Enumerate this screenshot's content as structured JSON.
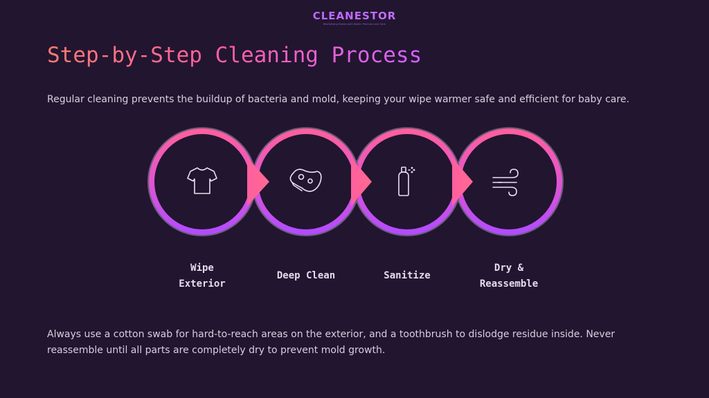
{
  "brand": {
    "name": "CLEANESTOR",
    "tagline": "Revitalizing Homes with Nordic Precision and Care"
  },
  "title": "Step-by-Step Cleaning Process",
  "intro": "Regular cleaning prevents the buildup of bacteria and mold, keeping your wipe warmer safe and efficient for baby care.",
  "steps": [
    {
      "label_line1": "Wipe",
      "label_line2": "Exterior",
      "icon": "tshirt-icon"
    },
    {
      "label_line1": "Deep Clean",
      "label_line2": "",
      "icon": "sponge-icon"
    },
    {
      "label_line1": "Sanitize",
      "label_line2": "",
      "icon": "spray-bottle-icon"
    },
    {
      "label_line1": "Dry &",
      "label_line2": "Reassemble",
      "icon": "wind-icon"
    }
  ],
  "footer": "Always use a cotton swab for hard-to-reach areas on the exterior, and a toothbrush to dislodge residue inside. Never reassemble until all parts are completely dry to prevent mold growth.",
  "colors": {
    "background": "#221530",
    "gradient_start": "#ff7b73",
    "gradient_mid": "#ff5f9e",
    "gradient_end": "#d262ff"
  }
}
